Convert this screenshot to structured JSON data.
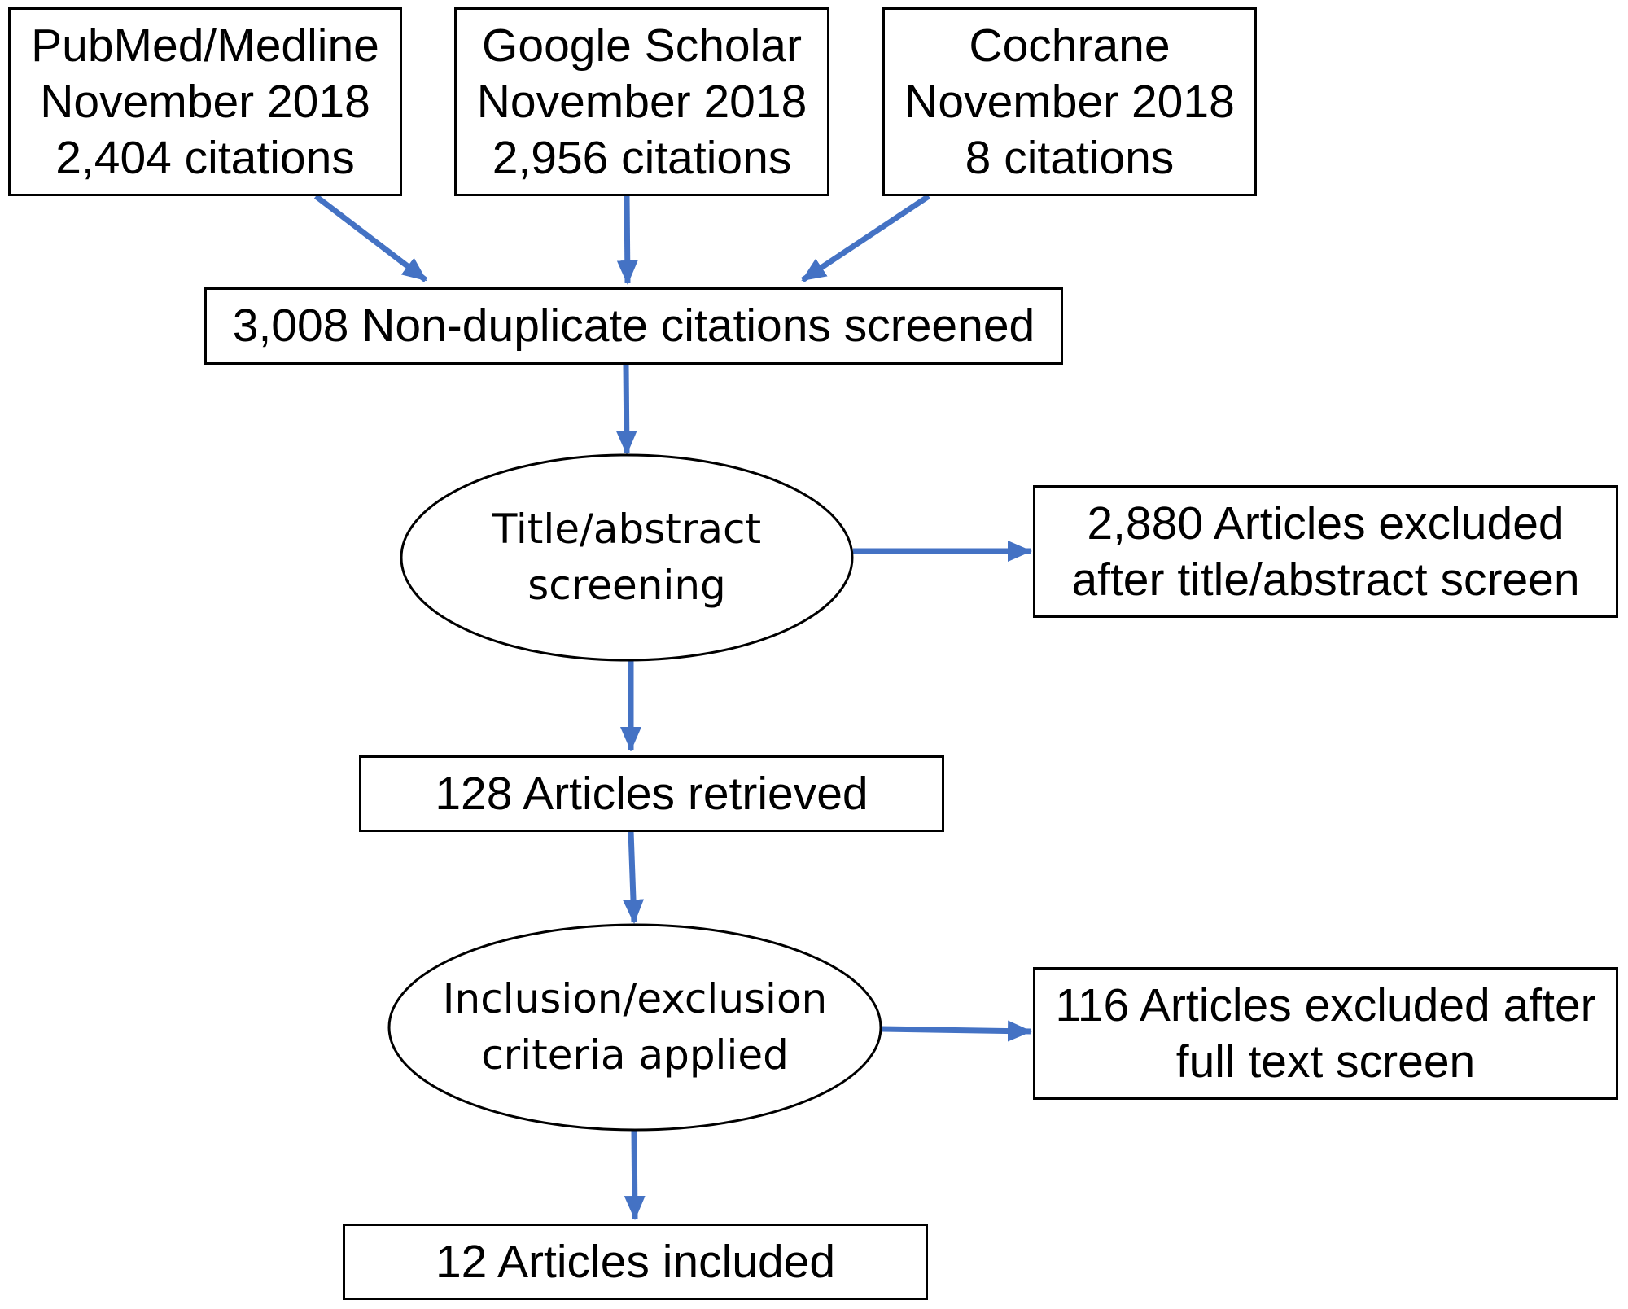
{
  "sources": [
    {
      "lines": [
        "PubMed/Medline",
        "November 2018",
        "2,404 citations"
      ]
    },
    {
      "lines": [
        "Google Scholar",
        "November 2018",
        "2,956 citations"
      ]
    },
    {
      "lines": [
        "Cochrane",
        "November 2018",
        "8 citations"
      ]
    }
  ],
  "screened": {
    "text": "3,008 Non-duplicate citations screened"
  },
  "title_screening": {
    "lines": [
      "Title/abstract",
      "screening"
    ]
  },
  "excluded_title": {
    "lines": [
      "2,880 Articles excluded",
      "after title/abstract screen"
    ]
  },
  "retrieved": {
    "text": "128 Articles retrieved"
  },
  "criteria": {
    "lines": [
      "Inclusion/exclusion",
      "criteria applied"
    ]
  },
  "excluded_fulltext": {
    "lines": [
      "116 Articles excluded after",
      "full text screen"
    ]
  },
  "included": {
    "text": "12 Articles included"
  },
  "colors": {
    "arrow": "#4472C4",
    "border": "#000000",
    "background": "#ffffff"
  }
}
